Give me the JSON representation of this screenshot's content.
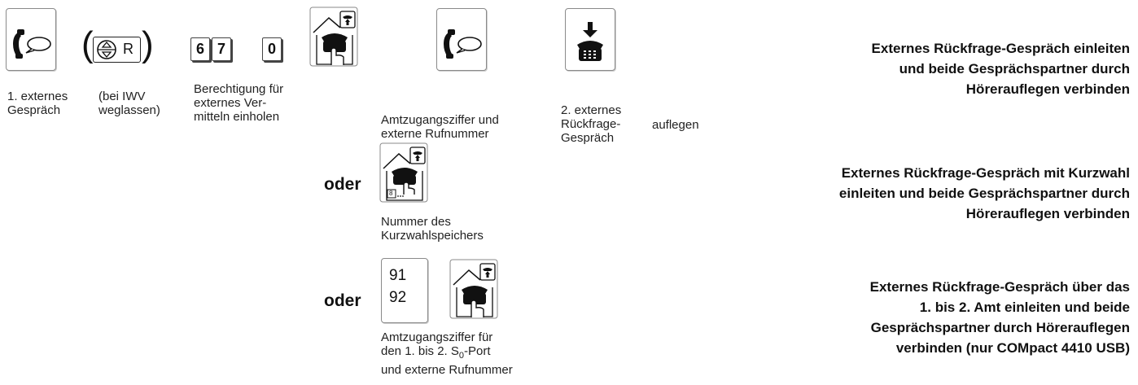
{
  "row1": {
    "step1_caption": [
      "1. externes",
      "Gespräch"
    ],
    "step2_caption": [
      "(bei IWV",
      "weglassen)"
    ],
    "step3_keys": [
      "6",
      "7",
      "0"
    ],
    "step3_caption": [
      "Berechtigung für",
      "externes Ver-",
      "mitteln einholen"
    ],
    "r_key_label": "R",
    "step4_caption": [
      "Amtzugangsziffer und",
      "externe Rufnummer"
    ],
    "step5_caption": [
      "2. externes",
      "Rückfrage-",
      "Gespräch"
    ],
    "step6_caption": "auflegen",
    "description": [
      "Externes Rückfrage-Gespräch einleiten",
      "und beide Gesprächspartner durch",
      "Hörerauflegen verbinden"
    ]
  },
  "row2": {
    "oder": "oder",
    "speeddial_icon_key": "8",
    "caption": [
      "Nummer des",
      "Kurzwahlspeichers"
    ],
    "description": [
      "Externes Rückfrage-Gespräch mit Kurzwahl",
      "einleiten und beide Gesprächspartner durch",
      "Hörerauflegen verbinden"
    ]
  },
  "row3": {
    "oder": "oder",
    "codes": [
      "91",
      "92"
    ],
    "caption_line1": "Amtzugangsziffer für",
    "caption_line2_pre": "den 1. bis 2. S",
    "caption_line2_sub": "0",
    "caption_line2_post": "-Port",
    "caption_line3": "und externe Rufnummer",
    "description": [
      "Externes Rückfrage-Gespräch über das",
      "1. bis 2. Amt einleiten und beide",
      "Gesprächspartner durch Hörerauflegen",
      "verbinden (nur COMpact 4410 USB)"
    ]
  },
  "icons": {
    "handset_speech": "handset-speech-icon",
    "house_phone": "house-phone-icon",
    "hangup": "hangup-phone-icon",
    "up_down_circle": "up-down-arrows-icon"
  }
}
